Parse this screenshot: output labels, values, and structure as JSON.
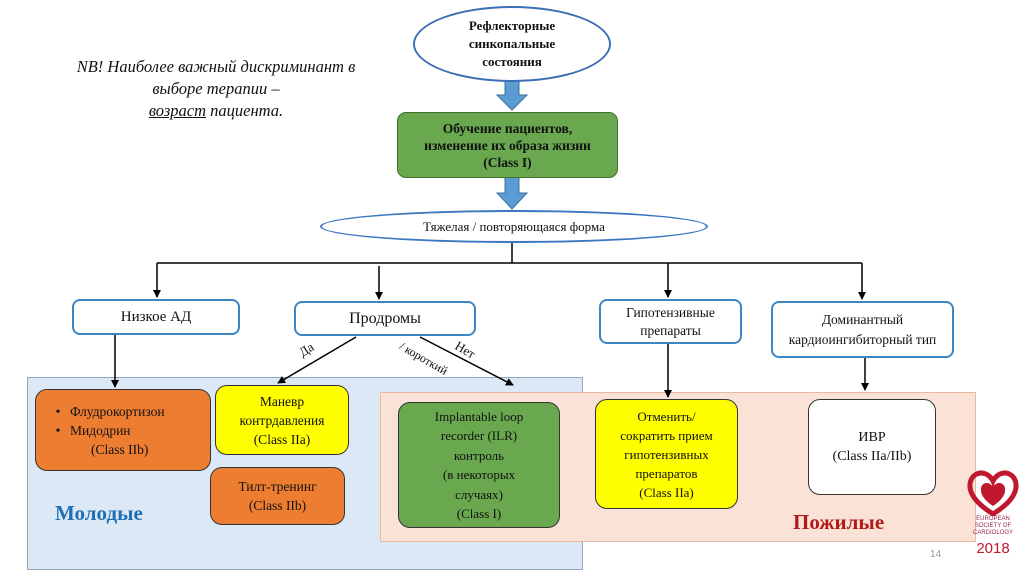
{
  "slide": {
    "page_number": "14",
    "note": {
      "prefix": "NB! Наиболее важный дискриминант в выборе терапии –",
      "underlined": "возраст",
      "suffix": "пациента."
    },
    "root": "Рефлекторные синкопальные состояния",
    "education": "Обучение пациентов, изменение их образа жизни (Class I)",
    "severe_form": "Тяжелая / повторяющаяся форма",
    "categories": {
      "low_bp": "Низкое АД",
      "prodromes": "Продромы",
      "hypotensive_drugs": "Гипотензивные препараты",
      "cardioinhibitory": "Доминантный кардиоингибиторный тип"
    },
    "branch_labels": {
      "yes": "Да",
      "no": "Нет",
      "short": "/ короткий"
    },
    "therapies": {
      "drugs": {
        "items": [
          "Флудрокортизон",
          "Мидодрин"
        ],
        "class": "(Class IIb)"
      },
      "counterpressure": {
        "lines": [
          "Маневр",
          "контрдавления",
          "(Class IIa)"
        ]
      },
      "tilt_training": {
        "lines": [
          "Тилт-тренинг",
          "(Class IIb)"
        ]
      },
      "ilr": {
        "lines": [
          "Implantable loop",
          "recorder (ILR)",
          "контроль",
          "(в некоторых",
          "случаях)",
          "(Class I)"
        ]
      },
      "withdraw": {
        "lines": [
          "Отменить/",
          "сократить прием",
          "гипотензивных",
          "препаратов",
          "(Class IIa)"
        ]
      },
      "pacing": {
        "lines": [
          "ИВР",
          "(Class IIa/IIb)"
        ]
      }
    },
    "regions": {
      "young": "Молодые",
      "elderly": "Пожилые"
    },
    "logo": {
      "text_lines": [
        "EUROPEAN",
        "SOCIETY OF",
        "CARDIOLOGY"
      ],
      "year": "2018"
    },
    "colors": {
      "young_region": "#dce8f5",
      "elderly_region": "#fbe2d6",
      "class_I_green": "#6aa84f",
      "class_IIa_yellow": "#ffff00",
      "class_IIb_orange": "#ed7d31",
      "outline_blue": "#3c86c6",
      "young_label": "#1f6fb3",
      "elderly_label": "#b01a1a",
      "logo_red": "#c0182f"
    }
  }
}
